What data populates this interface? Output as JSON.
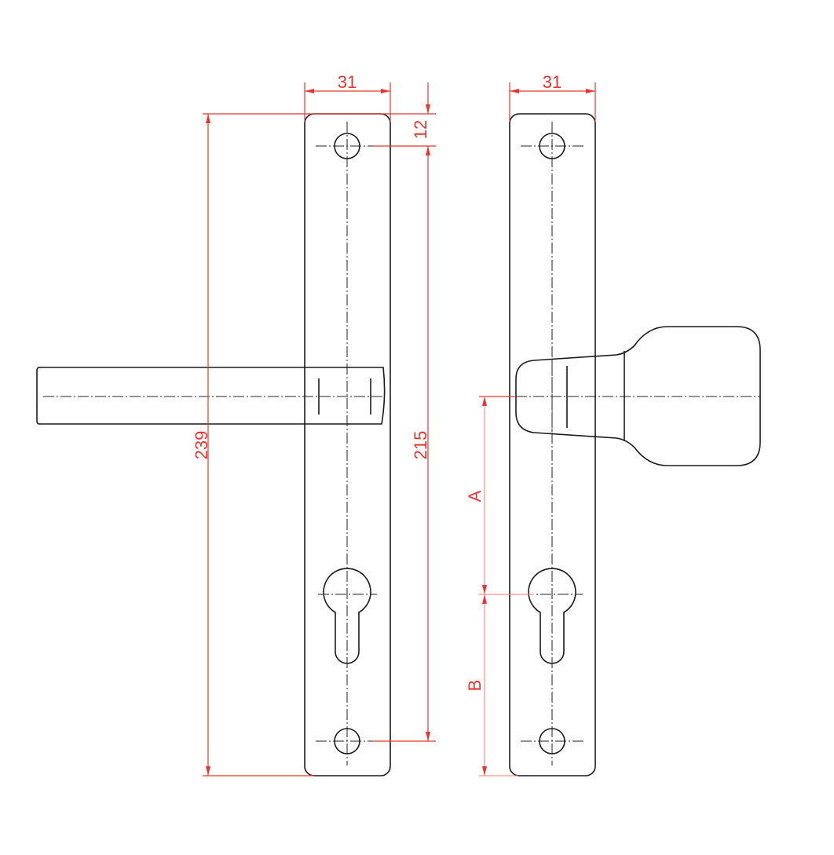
{
  "drawing": {
    "left_view": {
      "width_dim": "31",
      "top_offset_dim": "12",
      "hole_spacing_dim": "215",
      "overall_height_dim": "239"
    },
    "right_view": {
      "width_dim": "31",
      "dim_a": "A",
      "dim_b": "B"
    },
    "colors": {
      "outline": "#1a1a1a",
      "dimension": "#e8362f"
    }
  }
}
